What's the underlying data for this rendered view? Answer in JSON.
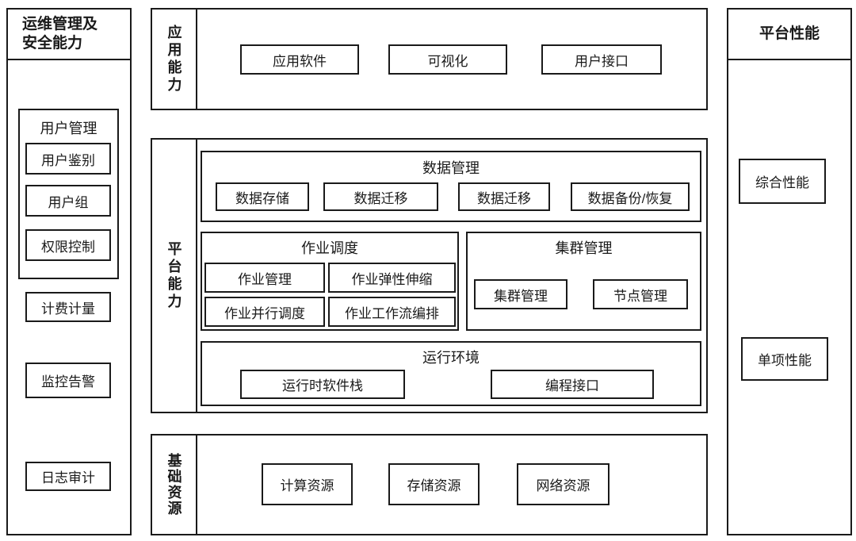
{
  "left_panel": {
    "title_line1": "运维管理及",
    "title_line2": "安全能力",
    "user_mgmt_group": {
      "title": "用户管理",
      "items": [
        "用户鉴别",
        "用户组",
        "权限控制"
      ]
    },
    "items": [
      "计费计量",
      "监控告警",
      "日志审计"
    ]
  },
  "app_layer": {
    "label": "应用能力",
    "items": [
      "应用软件",
      "可视化",
      "用户接口"
    ]
  },
  "platform_layer": {
    "label": "平台能力",
    "data_mgmt": {
      "title": "数据管理",
      "items": [
        "数据存储",
        "数据迁移",
        "数据迁移",
        "数据备份/恢复"
      ]
    },
    "job_sched": {
      "title": "作业调度",
      "items": [
        "作业管理",
        "作业弹性伸缩",
        "作业并行调度",
        "作业工作流编排"
      ]
    },
    "cluster_mgmt": {
      "title": "集群管理",
      "items": [
        "集群管理",
        "节点管理"
      ]
    },
    "runtime_env": {
      "title": "运行环境",
      "items": [
        "运行时软件栈",
        "编程接口"
      ]
    }
  },
  "infra_layer": {
    "label": "基础资源",
    "items": [
      "计算资源",
      "存储资源",
      "网络资源"
    ]
  },
  "right_panel": {
    "title": "平台性能",
    "items": [
      "综合性能",
      "单项性能"
    ]
  },
  "colors": {
    "line": "#1a1a1a",
    "background": "#ffffff"
  }
}
